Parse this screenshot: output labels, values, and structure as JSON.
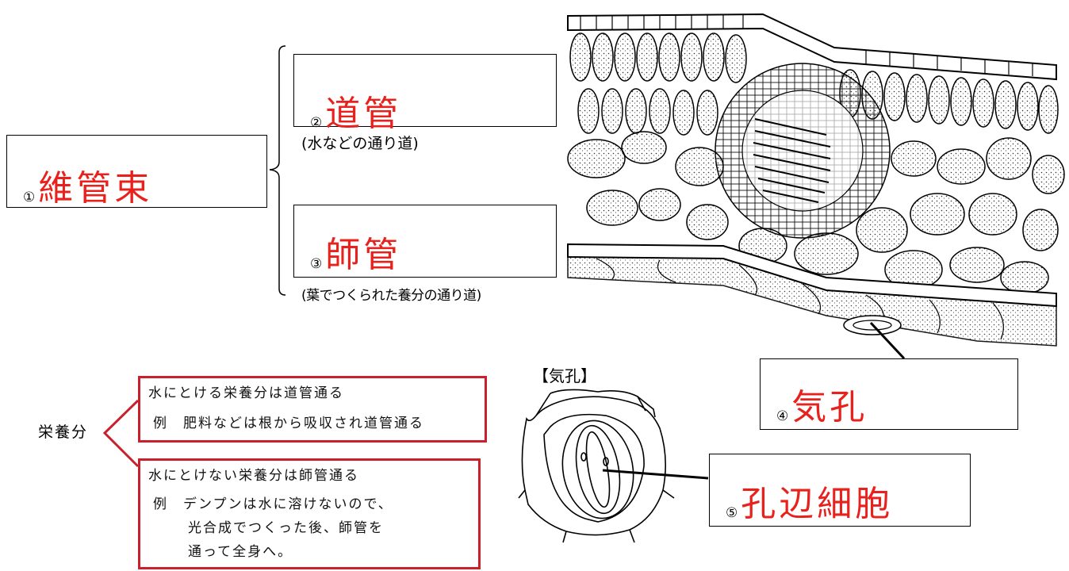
{
  "vascular_bundle": {
    "num": "①",
    "term": "維管束"
  },
  "xylem": {
    "num": "②",
    "term": "道管",
    "note": "(水などの通り道)"
  },
  "phloem": {
    "num": "③",
    "term": "師管",
    "note": "(葉でつくられた養分の通り道)"
  },
  "stoma": {
    "num": "④",
    "term": "気孔"
  },
  "guard_cell": {
    "num": "⑤",
    "term": "孔辺細胞"
  },
  "stoma_heading": "【気孔】",
  "nutrients": {
    "label": "栄養分",
    "soluble_line1": "水にとける栄養分は道管通る",
    "soluble_line2": "例　肥料などは根から吸収され道管通る",
    "insoluble_line1": "水にとけない栄養分は師管通る",
    "insoluble_line2": "例　デンプンは水に溶けないので、",
    "insoluble_line3": "光合成でつくった後、師管を",
    "insoluble_line4": "通って全身へ。"
  },
  "colors": {
    "term_red": "#e8211d",
    "box_red": "#c8202c"
  },
  "icons": [
    "leaf-cross-section-illustration",
    "stoma-illustration"
  ]
}
